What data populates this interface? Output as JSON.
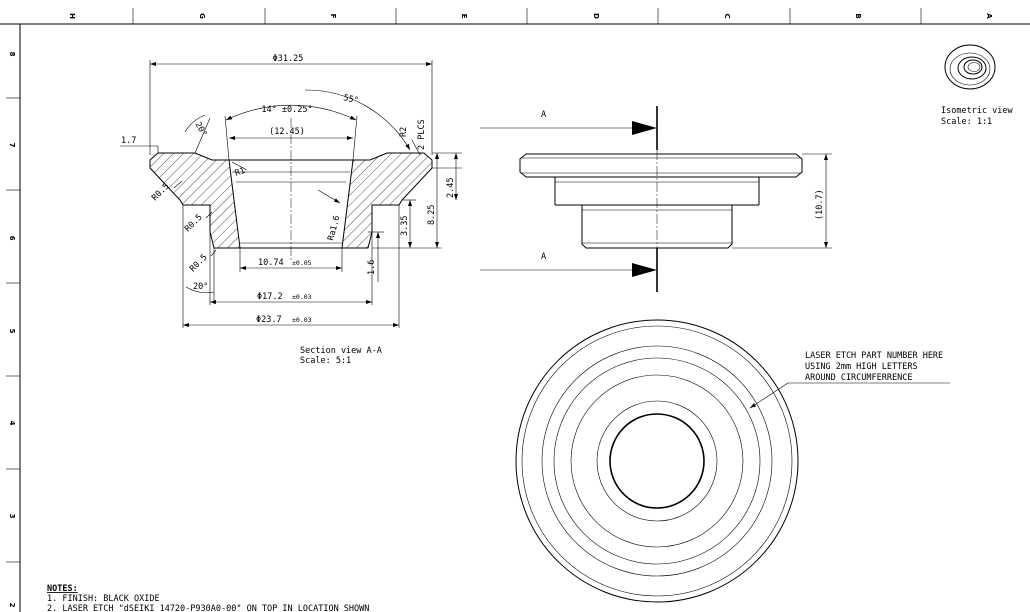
{
  "border": {
    "columns": [
      "H",
      "G",
      "F",
      "E",
      "D",
      "C",
      "B",
      "A"
    ],
    "rows": [
      "8",
      "7",
      "6",
      "5",
      "4",
      "3",
      "2"
    ]
  },
  "section_view": {
    "dims": {
      "dia_top": "Φ31.25",
      "angle_55": "55°",
      "angle_14": "14° ±0.25°",
      "angle_20_top": "20°",
      "dim_12_45": "(12.45)",
      "dim_1_7": "1.7",
      "r2_plcs": "R2",
      "plcs": "2 PLCS",
      "r1": "R1",
      "r05_a": "R0.5",
      "r05_b": "R0.5",
      "r05_c": "R0.5",
      "ra16": "Ra1.6",
      "dim_3_35": "3.35",
      "dim_8_25": "8.25",
      "dim_2_45": "2.45",
      "dim_1_6": "1.6",
      "dim_10_74": "10.74",
      "tol_10_74": "±0.05",
      "angle_20_bot": "20°",
      "dia_17_2": "Φ17.2",
      "tol_17_2": "±0.03",
      "dia_23_7": "Φ23.7",
      "tol_23_7": "±0.03"
    },
    "label": "Section view A-A",
    "scale": "Scale:  5:1"
  },
  "side_view": {
    "cut_label_top": "A",
    "cut_label_bottom": "A",
    "height_dim": "(10.7)"
  },
  "iso_view": {
    "label": "Isometric view",
    "scale": "Scale:  1:1"
  },
  "top_view": {
    "callout_line1": "LASER ETCH PART NUMBER HERE",
    "callout_line2": "USING 2mm HIGH LETTERS",
    "callout_line3": "AROUND CIRCUMFERRENCE"
  },
  "notes": {
    "title": "NOTES:",
    "items": [
      "1. FINISH: BLACK OXIDE",
      "2. LASER ETCH \"dSEIKI 14720-P930A0-00\" ON TOP IN LOCATION SHOWN"
    ]
  }
}
